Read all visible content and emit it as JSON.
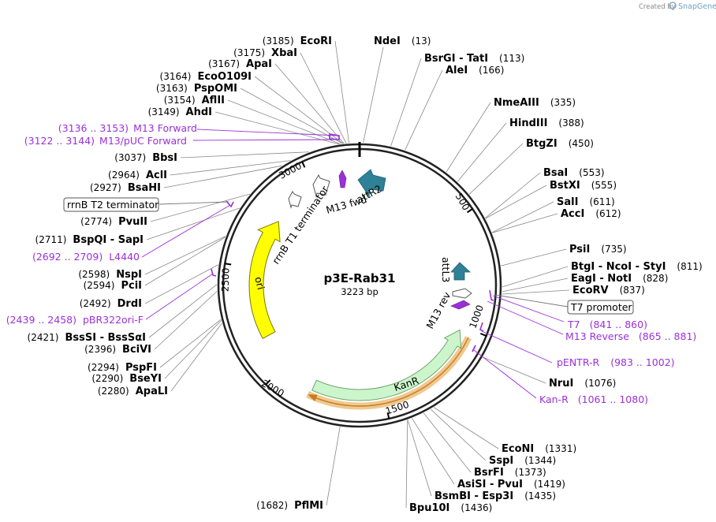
{
  "plasmid": {
    "name": "p3E-Rab31",
    "length_label": "3223 bp",
    "length_bp": 3223
  },
  "branding": {
    "created_by": "Created by",
    "product": "SnapGene"
  },
  "ruler_ticks": [
    "500",
    "1000",
    "1500",
    "2000",
    "2500",
    "3000"
  ],
  "sites": [
    {
      "name": "NdeI",
      "pos": "(13)",
      "bp": 13
    },
    {
      "name": "BsrGI  - TatI",
      "pos": "(113)",
      "bp": 113
    },
    {
      "name": "AleI",
      "pos": "(166)",
      "bp": 166
    },
    {
      "name": "NmeAIII",
      "pos": "(335)",
      "bp": 335
    },
    {
      "name": "HindIII",
      "pos": "(388)",
      "bp": 388
    },
    {
      "name": "BtgZI",
      "pos": "(450)",
      "bp": 450
    },
    {
      "name": "BsaI",
      "pos": "(553)",
      "bp": 553
    },
    {
      "name": "BstXI",
      "pos": "(555)",
      "bp": 555
    },
    {
      "name": "SalI",
      "pos": "(611)",
      "bp": 611
    },
    {
      "name": "AccI",
      "pos": "(612)",
      "bp": 612
    },
    {
      "name": "PsiI",
      "pos": "(735)",
      "bp": 735
    },
    {
      "name": "BtgI  - NcoI  - StyI",
      "pos": "(811)",
      "bp": 811
    },
    {
      "name": "EagI  - NotI",
      "pos": "(828)",
      "bp": 828
    },
    {
      "name": "EcoRV",
      "pos": "(837)",
      "bp": 837
    },
    {
      "name": "NruI",
      "pos": "(1076)",
      "bp": 1076
    },
    {
      "name": "EcoNI",
      "pos": "(1331)",
      "bp": 1331
    },
    {
      "name": "SspI",
      "pos": "(1344)",
      "bp": 1344
    },
    {
      "name": "BsrFI",
      "pos": "(1373)",
      "bp": 1373
    },
    {
      "name": "AsiSI  - PvuI",
      "pos": "(1419)",
      "bp": 1419
    },
    {
      "name": "BsmBI  - Esp3I",
      "pos": "(1435)",
      "bp": 1435
    },
    {
      "name": "Bpu10I",
      "pos": "(1436)",
      "bp": 1436
    },
    {
      "name": "PflMI",
      "pos": "(1682)",
      "bp": 1682
    },
    {
      "name": "ApaLI",
      "pos": "(2280)",
      "bp": 2280
    },
    {
      "name": "BseYI",
      "pos": "(2290)",
      "bp": 2290
    },
    {
      "name": "PspFI",
      "pos": "(2294)",
      "bp": 2294
    },
    {
      "name": "BciVI",
      "pos": "(2396)",
      "bp": 2396
    },
    {
      "name": "BssSI  - BssSαI",
      "pos": "(2421)",
      "bp": 2421
    },
    {
      "name": "DrdI",
      "pos": "(2492)",
      "bp": 2492
    },
    {
      "name": "PciI",
      "pos": "(2594)",
      "bp": 2594
    },
    {
      "name": "NspI",
      "pos": "(2598)",
      "bp": 2598
    },
    {
      "name": "BspQI  - SapI",
      "pos": "(2711)",
      "bp": 2711
    },
    {
      "name": "PvuII",
      "pos": "(2774)",
      "bp": 2774
    },
    {
      "name": "BsaHI",
      "pos": "(2927)",
      "bp": 2927
    },
    {
      "name": "AclI",
      "pos": "(2964)",
      "bp": 2964
    },
    {
      "name": "BbsI",
      "pos": "(3037)",
      "bp": 3037
    },
    {
      "name": "AhdI",
      "pos": "(3149)",
      "bp": 3149
    },
    {
      "name": "AflII",
      "pos": "(3154)",
      "bp": 3154
    },
    {
      "name": "PspOMI",
      "pos": "(3163)",
      "bp": 3163
    },
    {
      "name": "EcoO109I",
      "pos": "(3164)",
      "bp": 3164
    },
    {
      "name": "ApaI",
      "pos": "(3167)",
      "bp": 3167
    },
    {
      "name": "XbaI",
      "pos": "(3175)",
      "bp": 3175
    },
    {
      "name": "EcoRI",
      "pos": "(3185)",
      "bp": 3185
    }
  ],
  "primers": [
    {
      "name": "M13 Forward",
      "range": "(3136 .. 3153)"
    },
    {
      "name": "M13/pUC Forward",
      "range": "(3122 .. 3144)"
    },
    {
      "name": "L4440",
      "range": "(2692 .. 2709)"
    },
    {
      "name": "pBR322ori-F",
      "range": "(2439 .. 2458)"
    },
    {
      "name": "T7",
      "range": "(841 .. 860)"
    },
    {
      "name": "M13 Reverse",
      "range": "(865 .. 881)"
    },
    {
      "name": "pENTR-R",
      "range": "(983 .. 1002)"
    },
    {
      "name": "Kan-R",
      "range": "(1061 .. 1080)"
    }
  ],
  "boxed_labels": [
    "rrnB T2 terminator",
    "T7 promoter"
  ],
  "features": {
    "attR2": "attR2",
    "m13fwd": "M13 fwd",
    "rrnb_t1": "rrnB T1 terminator",
    "attL3": "attL3",
    "m13rev": "M13 rev",
    "kanr": "KanR",
    "ori": "ori"
  },
  "colors": {
    "primer": "#9b30d9",
    "att": "#2e8196",
    "kanr_fill": "#ccf5cc",
    "kanr_stroke": "#6aa56a",
    "ori_fill": "#ffff00",
    "kan_primer_band": "#f0c890",
    "terminator_fill": "#ffffff"
  }
}
